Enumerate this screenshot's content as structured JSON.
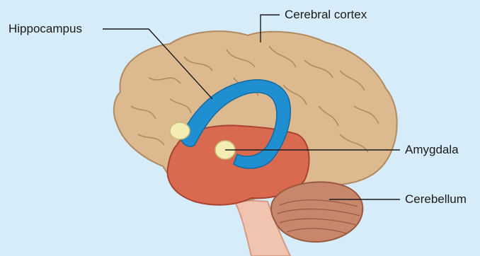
{
  "labels": {
    "hippocampus": "Hippocampus",
    "cerebral_cortex": "Cerebral cortex",
    "amygdala": "Amygdala",
    "cerebellum": "Cerebellum"
  },
  "colors": {
    "background": "#d6ecf8",
    "cortex": "#dcb98f",
    "cortex_outline": "#b08a63",
    "limbic": "#d96a4f",
    "hippocampus": "#1f8fd1",
    "amygdala": "#f3edb4",
    "cerebellum": "#c8866a",
    "brainstem": "#f1c4b0"
  }
}
